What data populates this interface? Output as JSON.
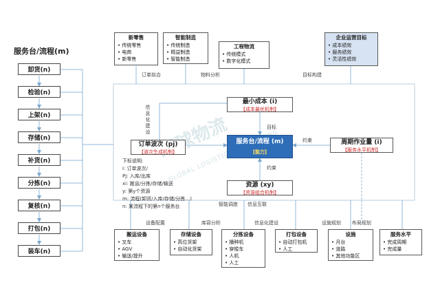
{
  "title": "服务台/流程(m)",
  "processes": [
    "卸货(n)",
    "检验(n)",
    "上架(n)",
    "存储(n)",
    "补货(n)",
    "分拣(n)",
    "复核(n)",
    "打包(n)",
    "装车(n)"
  ],
  "top_boxes": [
    {
      "title": "新零售",
      "items": [
        "传统零售",
        "电商",
        "新零售"
      ]
    },
    {
      "title": "智能制造",
      "items": [
        "传统制造",
        "精益制造",
        "智能制造"
      ]
    },
    {
      "title": "工程物流",
      "items": [
        "传统模式",
        "数字化模式"
      ]
    },
    {
      "title": "企业运营目标",
      "items": [
        "成本绩效",
        "服务绩效",
        "灵活性绩效"
      ]
    }
  ],
  "top_labels": {
    "order": "订单拟合",
    "material": "物料分析",
    "goal": "目标构建"
  },
  "nodes": {
    "min_cost": {
      "title": "最小成本 (i)",
      "sub": "【成本最优机制】"
    },
    "order_wave": {
      "title": "订单波次 (pj)",
      "sub": "【波次生成机制】"
    },
    "center": {
      "title": "服务台/流程 (m)",
      "sub": "【能力】"
    },
    "cycle": {
      "title": "周期作业量 (i)",
      "sub": "【服务水平机制】"
    },
    "resource": {
      "title": "资源 (xy)",
      "sub": "【资源组合机制】"
    }
  },
  "edge_labels": {
    "info": "信息化建设",
    "goal": "目标",
    "constraint1": "约束",
    "constraint2": "约束",
    "smart": "智能调度",
    "interconnect": "信息互联"
  },
  "legend": {
    "title": "下标说明:",
    "items": [
      "i: 订单波次/",
      "Pj: 入库/出库",
      "xi: 搬运/分拣/存储/输送",
      "y: 第y个资源",
      "m: 流程(卸货/入库/存储/分拣…)",
      "n: 某流程下的第n个服务台"
    ]
  },
  "bottom_labels": {
    "equip": "设备配置",
    "storage": "库容分析",
    "info": "信息化建设",
    "plan": "设施规划",
    "layout": "布局规划"
  },
  "bottom_boxes": [
    {
      "title": "搬运设备",
      "items": [
        "叉车",
        "AGV",
        "输送/提升"
      ]
    },
    {
      "title": "存储设备",
      "items": [
        "高位货架",
        "自动化货架"
      ]
    },
    {
      "title": "分拣设备",
      "items": [
        "播种机",
        "穿梭车",
        "人机",
        "人工"
      ]
    },
    {
      "title": "打包设备",
      "items": [
        "自动打包机",
        "人工"
      ]
    },
    {
      "title": "设施",
      "items": [
        "月台",
        "道路",
        "其他功能区"
      ]
    },
    {
      "title": "服务水平",
      "items": [
        "完成周期",
        "完成量"
      ]
    }
  ],
  "watermark": "环球物流",
  "watermark_sub": "GLOBAL LOGISTICS CONSULTING",
  "colors": {
    "line": "#8fb7d8",
    "center": "#2e6db8",
    "goal_box": "#d7e3f3",
    "red": "#cc2a2a"
  }
}
